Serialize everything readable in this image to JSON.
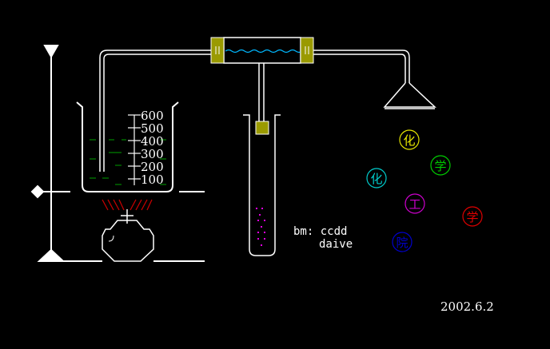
{
  "beaker": {
    "scale_marks": [
      "100",
      "200",
      "300",
      "400",
      "500",
      "600"
    ]
  },
  "note": {
    "line1": "bm: ccdd",
    "line2": "daive"
  },
  "date": "2002.6.2",
  "characters": [
    {
      "text": "化",
      "color": "#e6e600"
    },
    {
      "text": "学",
      "color": "#00cc00"
    },
    {
      "text": "化",
      "color": "#00cccc"
    },
    {
      "text": "工",
      "color": "#cc00cc"
    },
    {
      "text": "学",
      "color": "#e00000"
    },
    {
      "text": "院",
      "color": "#0000cc"
    }
  ],
  "colors": {
    "apparatus": "#ffffff",
    "water": "#00a000",
    "tube_liquid": "#00b8ff",
    "stopper": "#9a9a00",
    "flame": "#cc0000",
    "precipitate": "#e000e0"
  }
}
